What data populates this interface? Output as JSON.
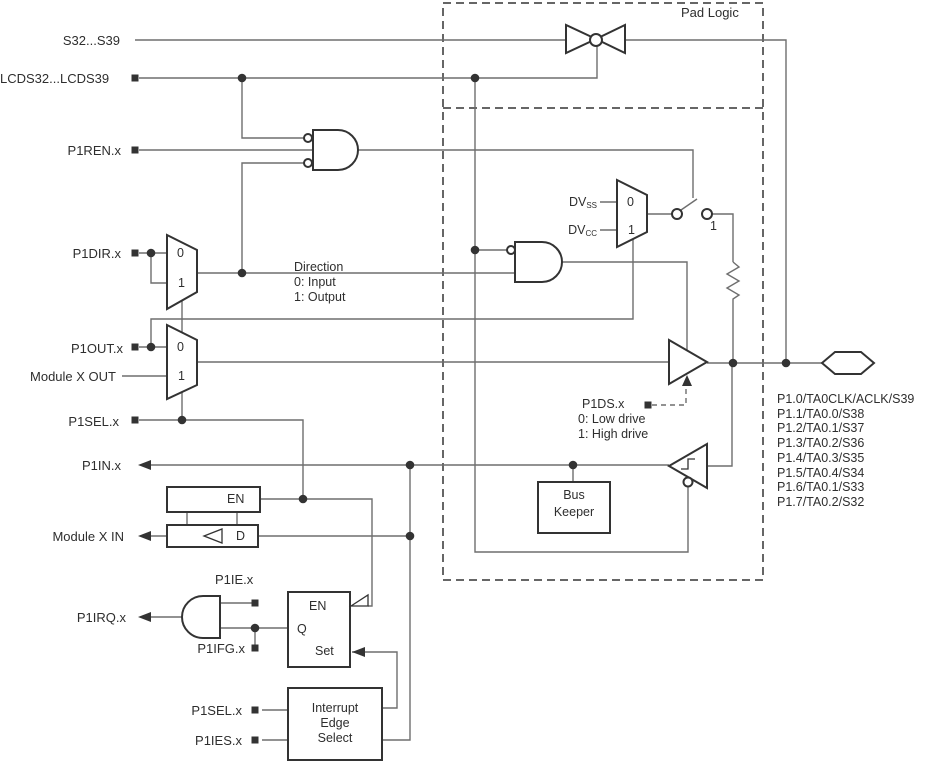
{
  "colors": {
    "bg": "#ffffff",
    "wire": "#6e6e6e",
    "component": "#333333",
    "text": "#2e2e2e"
  },
  "diagram": {
    "title": "Pad Logic",
    "labels": {
      "s32": "S32...S39",
      "lcds": "LCDS32...LCDS39",
      "p1ren": "P1REN.x",
      "p1dir": "P1DIR.x",
      "p1out": "P1OUT.x",
      "module_x_out": "Module X OUT",
      "p1sel": "P1SEL.x",
      "p1in": "P1IN.x",
      "module_x_in": "Module X IN",
      "p1irq": "P1IRQ.x",
      "p1ie": "P1IE.x",
      "p1ifg": "P1IFG.x",
      "p1sel2": "P1SEL.x",
      "p1ies": "P1IES.x"
    },
    "direction_note": [
      "Direction",
      "0: Input",
      "1: Output"
    ],
    "drive_note": [
      "P1DS.x",
      "0: Low drive",
      "1: High drive"
    ],
    "dv": {
      "prefix": "DV",
      "ss": "SS",
      "cc": "CC"
    },
    "mux": {
      "zero": "0",
      "one": "1"
    },
    "switch_label": "1",
    "latch": {
      "en": "EN",
      "d": "D"
    },
    "flag": {
      "en": "EN",
      "q": "Q",
      "set": "Set"
    },
    "edge_select": [
      "Interrupt",
      "Edge",
      "Select"
    ],
    "bus_keeper": [
      "Bus",
      "Keeper"
    ],
    "pins": [
      "P1.0/TA0CLK/ACLK/S39",
      "P1.1/TA0.0/S38",
      "P1.2/TA0.1/S37",
      "P1.3/TA0.2/S36",
      "P1.4/TA0.3/S35",
      "P1.5/TA0.4/S34",
      "P1.6/TA0.1/S33",
      "P1.7/TA0.2/S32"
    ]
  }
}
